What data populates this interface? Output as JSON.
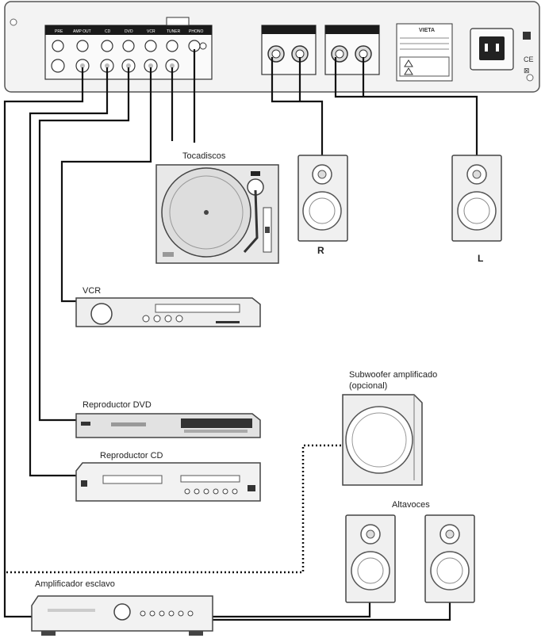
{
  "labels": {
    "turntable": "Tocadiscos",
    "speaker_right": "R",
    "speaker_left": "L",
    "vcr": "VCR",
    "dvd": "Reproductor DVD",
    "cd": "Reproductor CD",
    "subwoofer_line1": "Subwoofer amplificado",
    "subwoofer_line2": "(opcional)",
    "speakers": "Altavoces",
    "slave_amp": "Amplificador esclavo"
  },
  "panel": {
    "brand": "VIETA",
    "input_jacks": [
      "PRE",
      "AMP OUT",
      "CD",
      "DVD",
      "VCR",
      "TUNER",
      "PHONO"
    ]
  }
}
